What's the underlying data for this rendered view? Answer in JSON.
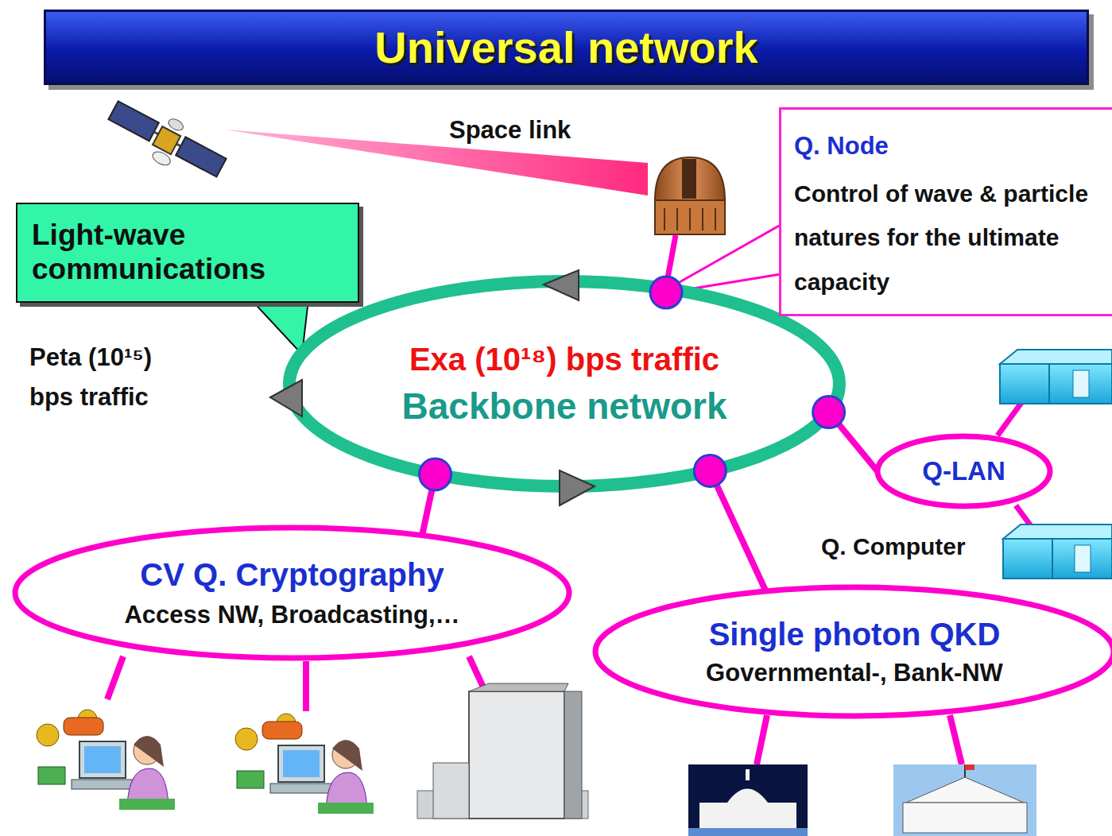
{
  "diagram": {
    "title": "Universal network",
    "nodes": [
      {
        "text": [
          "Light-wave communications"
        ]
      },
      {
        "text": [
          "Exa (10¹⁸) bps traffic",
          "Backbone network"
        ]
      },
      {
        "text": [
          "Q. Node",
          "Control of wave & particle natures for the ultimate capacity"
        ]
      },
      {
        "text": [
          "Q-LAN"
        ]
      },
      {
        "text": [
          "CV Q. Cryptography",
          "Access NW, Broadcasting,…"
        ]
      },
      {
        "text": [
          "Single photon QKD",
          "Governmental-, Bank-NW"
        ]
      }
    ],
    "edges": [
      {
        "from": 1,
        "to": 4,
        "arrow": "none"
      },
      {
        "from": 1,
        "to": 5,
        "arrow": "none"
      },
      {
        "from": 1,
        "to": 3,
        "arrow": "none"
      }
    ],
    "labels": [
      "Space link",
      "Peta (10¹⁵) bps traffic",
      "Q. Computer"
    ]
  }
}
